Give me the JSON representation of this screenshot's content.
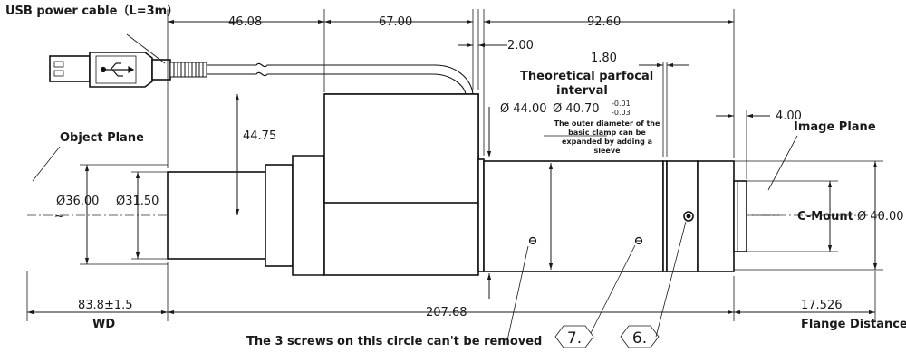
{
  "labels": {
    "usb_cable": "USB power cable（L=3m）",
    "object_plane": "Object Plane",
    "image_plane": "Image Plane",
    "c_mount": "C-Mount",
    "parfocal_line1": "Theoretical parfocal",
    "parfocal_line2": "interval",
    "clamp_note_1": "The outer diameter of the",
    "clamp_note_2": "basic clamp can be",
    "clamp_note_3": "expanded by adding a",
    "clamp_note_4": "sleeve",
    "screws_note": "The 3 screws on this circle can't be removed",
    "wd": "WD",
    "flange_distance": "Flange Distance"
  },
  "dimensions": {
    "d_46_08": "46.08",
    "d_67_00": "67.00",
    "d_92_60": "92.60",
    "d_2_00": "2.00",
    "d_1_80": "1.80",
    "d_44_75": "44.75",
    "d_44_dia": "Ø 44.00",
    "d_40_70": "Ø 40.70",
    "tol_plus": "-0.01",
    "tol_minus": "-0.03",
    "d_4_00": "4.00",
    "d_36_dia": "Ø36.00",
    "d_31_50_dia": "Ø31.50",
    "d_40_dia": "Ø 40.00",
    "wd_value": "83.8±1.5",
    "total_length": "207.68",
    "flange_value": "17.526"
  },
  "callouts": {
    "c7": "7.",
    "c6": "6."
  }
}
